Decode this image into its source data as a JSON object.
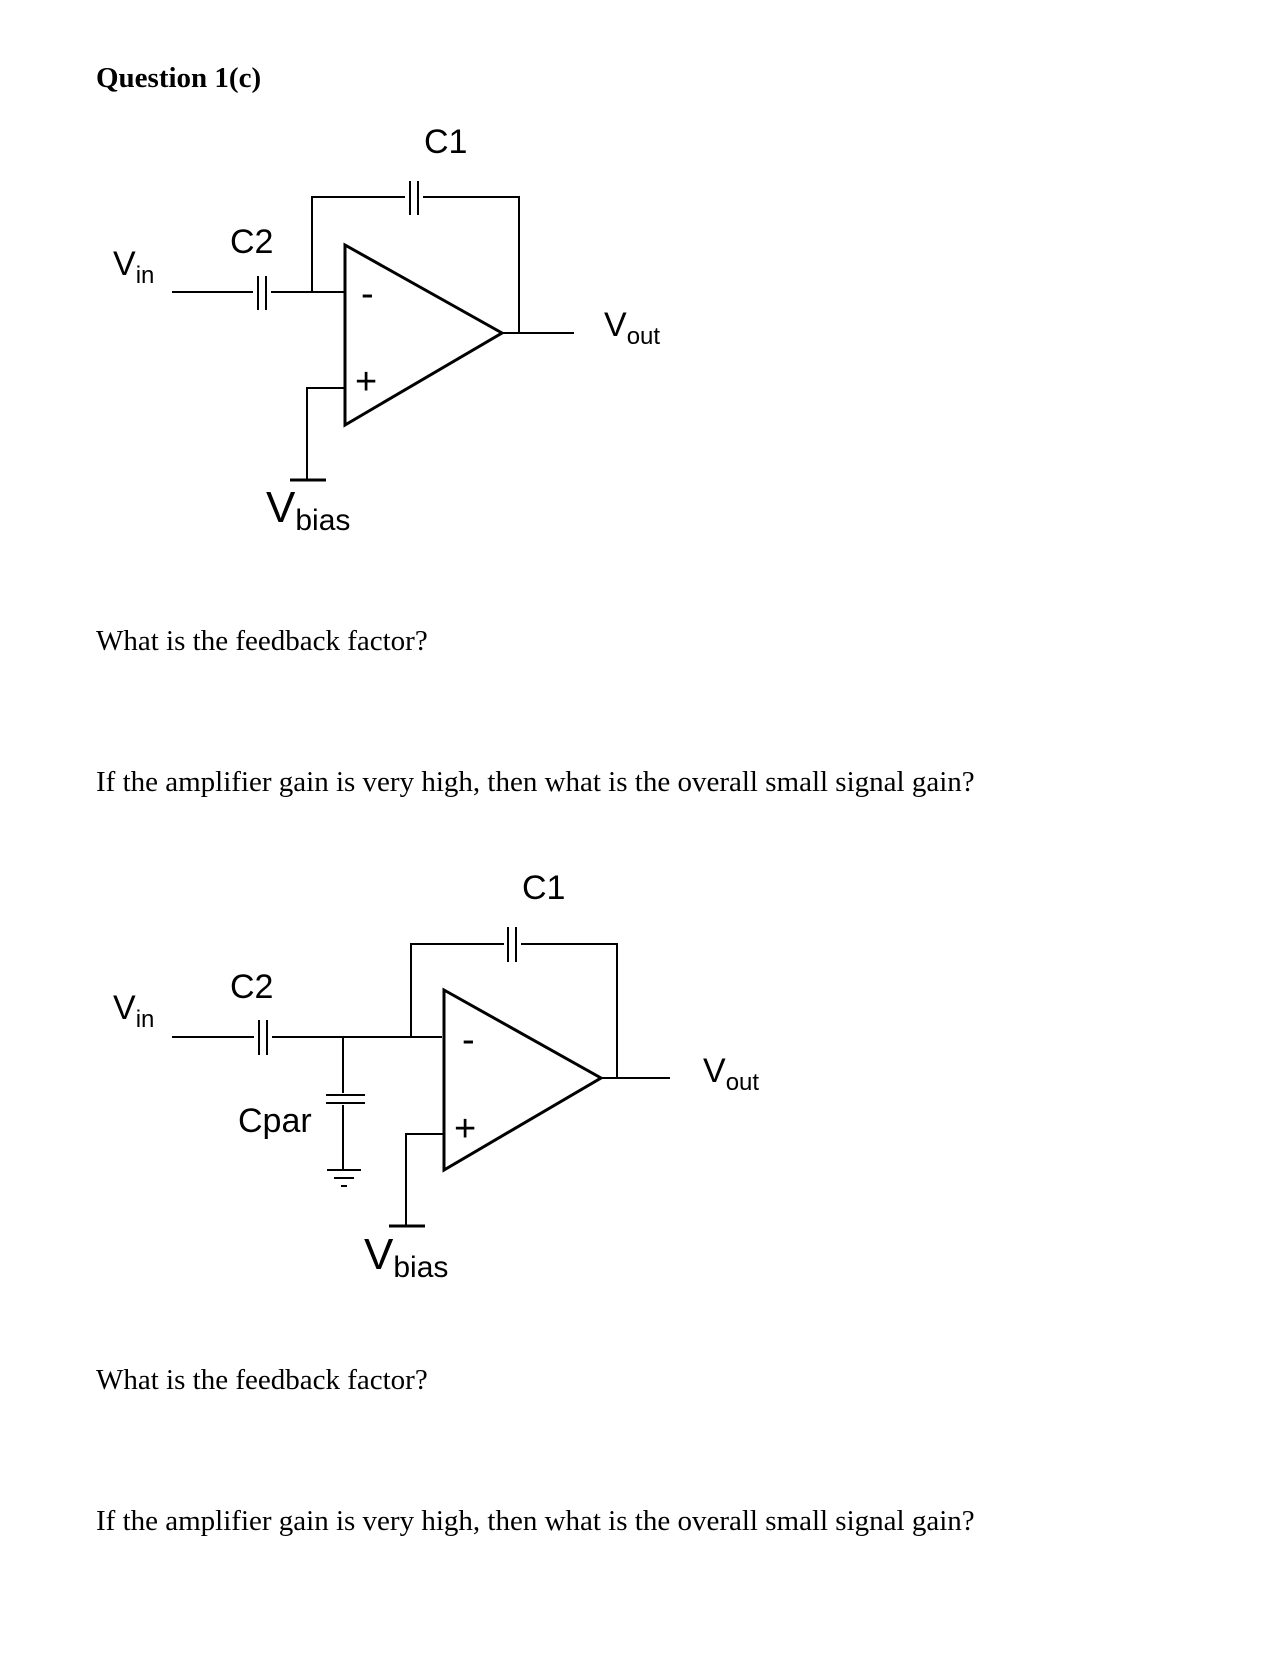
{
  "page": {
    "title": "Question 1(c)"
  },
  "circuit1": {
    "c1_label": "C1",
    "c2_label": "C2",
    "vin_main": "V",
    "vin_sub": "in",
    "vout_main": "V",
    "vout_sub": "out",
    "vbias_main": "V",
    "vbias_sub": "bias",
    "minus_sign": "-",
    "plus_sign": "+"
  },
  "questions1": {
    "feedback_factor": "What is the feedback factor?",
    "small_signal_gain": "If the amplifier gain is very high, then what is the overall small signal gain?"
  },
  "circuit2": {
    "c1_label": "C1",
    "c2_label": "C2",
    "cpar_label": "Cpar",
    "vin_main": "V",
    "vin_sub": "in",
    "vout_main": "V",
    "vout_sub": "out",
    "vbias_main": "V",
    "vbias_sub": "bias",
    "minus_sign": "-",
    "plus_sign": "+"
  },
  "questions2": {
    "feedback_factor": "What is the feedback factor?",
    "small_signal_gain": "If the amplifier gain is very high, then what is the overall small signal gain?"
  }
}
